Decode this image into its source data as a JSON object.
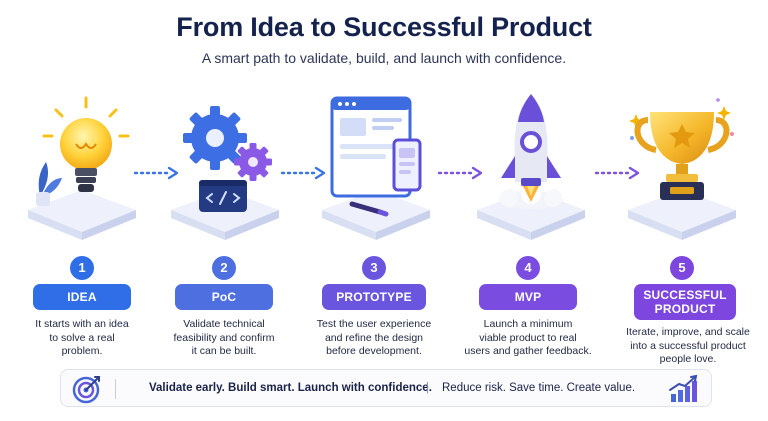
{
  "header": {
    "title": "From Idea to Successful Product",
    "subtitle": "A smart path to validate, build, and launch with confidence."
  },
  "steps": [
    {
      "number": "1",
      "label": "IDEA",
      "label_line2": "",
      "description": [
        "It starts with an idea",
        "to solve a real",
        "problem."
      ],
      "color": "#2f6ee6",
      "icon": "lightbulb-icon"
    },
    {
      "number": "2",
      "label": "PoC",
      "label_line2": "",
      "description": [
        "Validate technical",
        "feasibility and confirm",
        "it can be built."
      ],
      "color": "#4d6fe0",
      "icon": "gears-code-icon"
    },
    {
      "number": "3",
      "label": "PROTOTYPE",
      "label_line2": "",
      "description": [
        "Test the user experience",
        "and refine the design",
        "before development."
      ],
      "color": "#6a55df",
      "icon": "wireframe-devices-icon"
    },
    {
      "number": "4",
      "label": "MVP",
      "label_line2": "",
      "description": [
        "Launch a minimum",
        "viable product to real",
        "users and gather feedback."
      ],
      "color": "#7a4de0",
      "icon": "rocket-icon"
    },
    {
      "number": "5",
      "label": "SUCCESSFUL",
      "label_line2": "PRODUCT",
      "description": [
        "Iterate, improve, and scale",
        "into a successful product",
        "people love."
      ],
      "color": "#7d46de",
      "icon": "trophy-icon"
    }
  ],
  "banner": {
    "primary_text": "Validate early. Build smart. Launch with confidence.",
    "separator": "|",
    "secondary_text": "Reduce risk. Save time. Create value.",
    "left_icon": "target-icon",
    "right_icon": "growth-chart-icon"
  },
  "colors": {
    "title": "#14224d",
    "blue": "#2f6ee6",
    "purple": "#7a4de0",
    "arrow_blue": "#3a73e8",
    "arrow_purple": "#7b52e2"
  }
}
